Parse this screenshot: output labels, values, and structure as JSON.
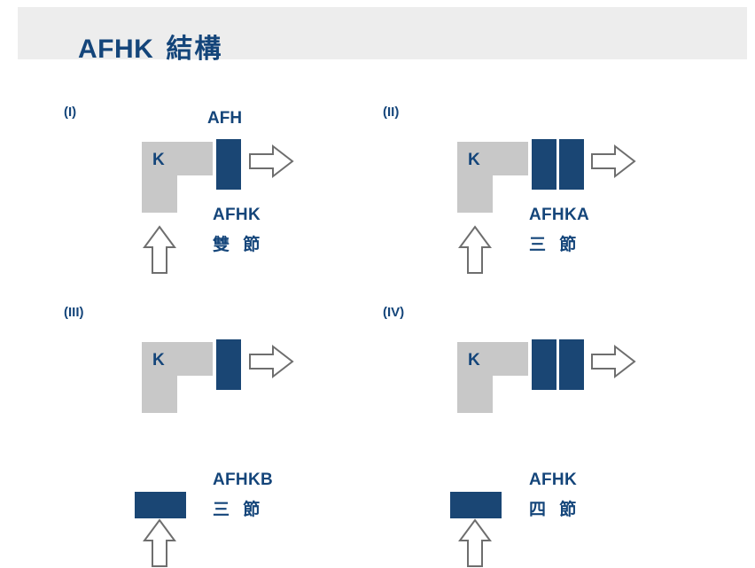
{
  "header": {
    "title_code": "AFHK",
    "title_cjk": "結構",
    "band_color": "#ededed",
    "text_color": "#14457a"
  },
  "colors": {
    "navy": "#1a4674",
    "gray_block": "#c8c8c8",
    "arrow_stroke": "#6e6e6e",
    "arrow_fill": "#ffffff",
    "text_navy": "#14457a"
  },
  "panels": [
    {
      "roman": "(I)",
      "block_letter": "K",
      "top_label": "AFH",
      "caption_code": "AFHK",
      "caption_cjk": "雙 節",
      "vertical_bars": 1,
      "horizontal_bar": false,
      "right_arrow": "arrow-right-icon",
      "up_arrow": "arrow-up-icon"
    },
    {
      "roman": "(II)",
      "block_letter": "K",
      "top_label": "",
      "caption_code": "AFHKA",
      "caption_cjk": "三 節",
      "vertical_bars": 2,
      "horizontal_bar": false,
      "right_arrow": "arrow-right-icon",
      "up_arrow": "arrow-up-icon"
    },
    {
      "roman": "(III)",
      "block_letter": "K",
      "top_label": "",
      "caption_code": "AFHKB",
      "caption_cjk": "三 節",
      "vertical_bars": 1,
      "horizontal_bar": true,
      "right_arrow": "arrow-right-icon",
      "up_arrow": "arrow-up-icon"
    },
    {
      "roman": "(IV)",
      "block_letter": "K",
      "top_label": "",
      "caption_code": "AFHK",
      "caption_cjk": "四 節",
      "vertical_bars": 2,
      "horizontal_bar": true,
      "right_arrow": "arrow-right-icon",
      "up_arrow": "arrow-up-icon"
    }
  ]
}
